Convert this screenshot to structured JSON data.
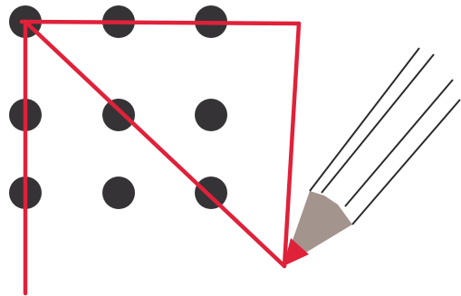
{
  "puzzle": {
    "grid_rows": 3,
    "grid_cols": 3,
    "dot_color": "#363336",
    "line_color": "#e0213a",
    "segment_count": 4
  },
  "pencil": {
    "outline_color": "#2b2b2b",
    "wood_color": "#a3948d",
    "tip_color": "#e0213a",
    "icon": "pencil-icon"
  }
}
